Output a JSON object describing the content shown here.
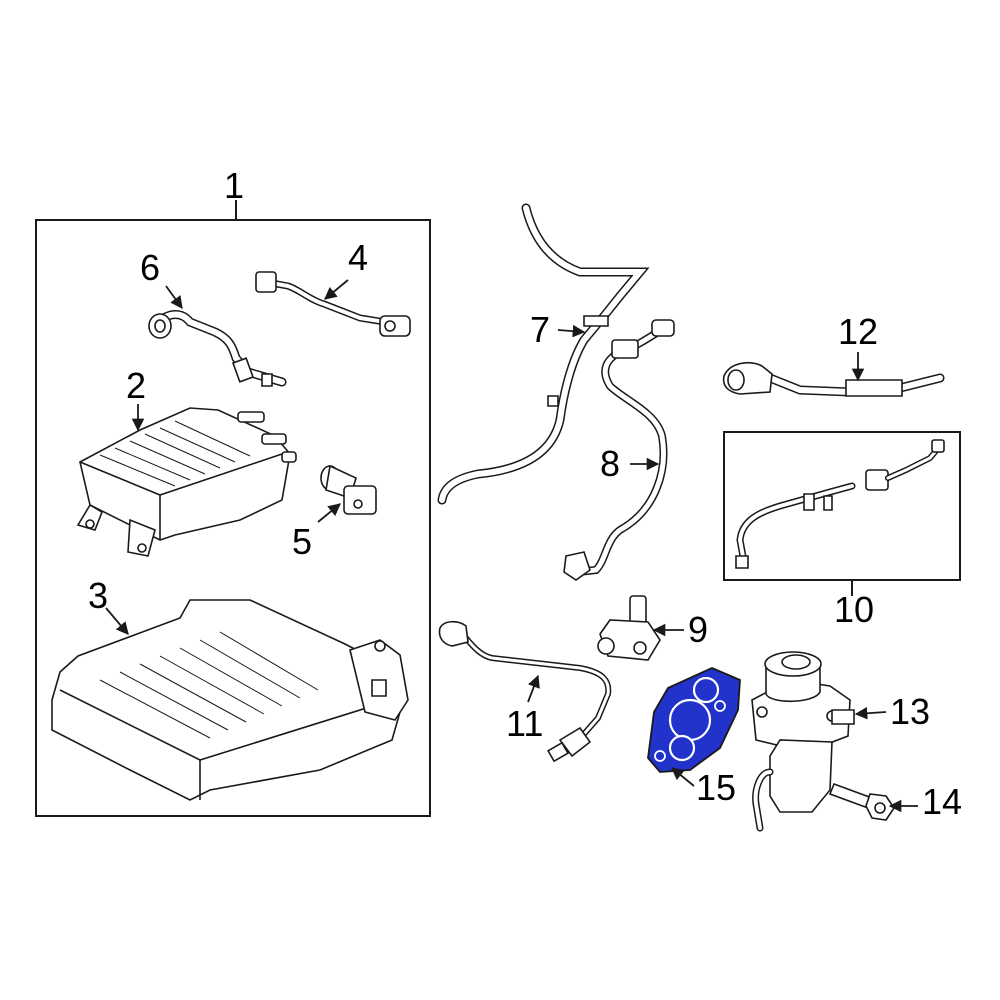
{
  "callouts": [
    {
      "id": "1",
      "label": "1"
    },
    {
      "id": "2",
      "label": "2"
    },
    {
      "id": "3",
      "label": "3"
    },
    {
      "id": "4",
      "label": "4"
    },
    {
      "id": "5",
      "label": "5"
    },
    {
      "id": "6",
      "label": "6"
    },
    {
      "id": "7",
      "label": "7"
    },
    {
      "id": "8",
      "label": "8"
    },
    {
      "id": "9",
      "label": "9"
    },
    {
      "id": "10",
      "label": "10"
    },
    {
      "id": "11",
      "label": "11"
    },
    {
      "id": "12",
      "label": "12"
    },
    {
      "id": "13",
      "label": "13"
    },
    {
      "id": "14",
      "label": "14"
    },
    {
      "id": "15",
      "label": "15"
    }
  ],
  "colors": {
    "line": "#1a1a1a",
    "highlight": "#2233cc",
    "background": "#ffffff",
    "part_fill": "#ffffff"
  },
  "highlighted_part": "15"
}
